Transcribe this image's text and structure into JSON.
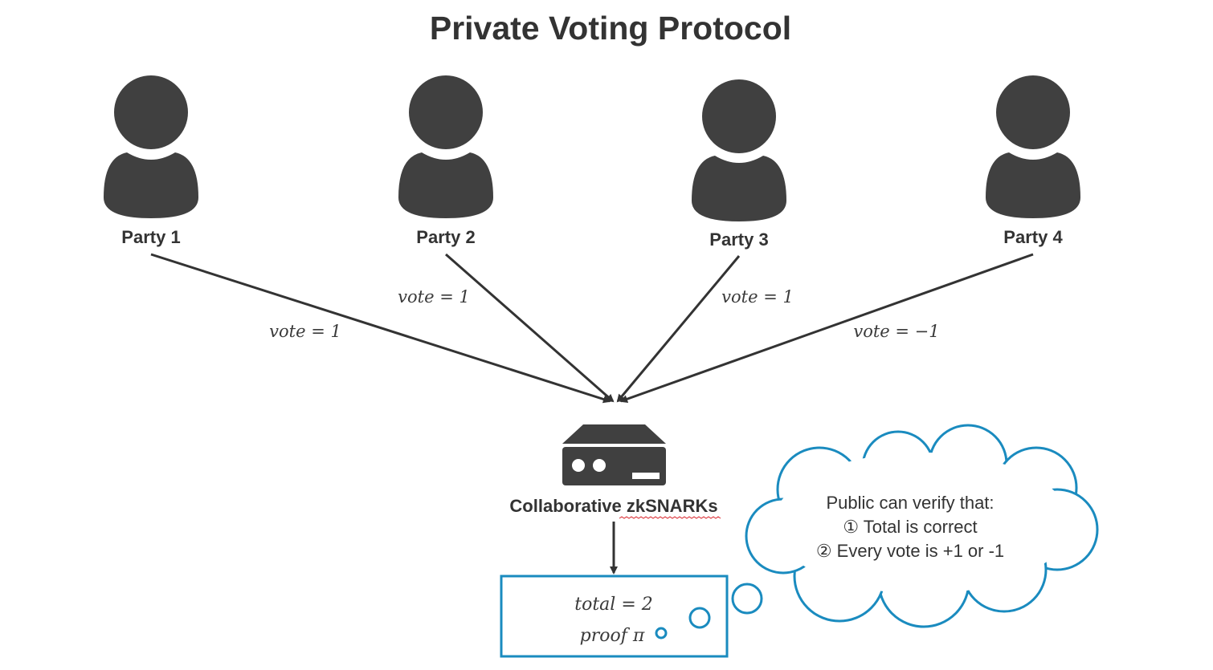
{
  "title": "Private Voting Protocol",
  "parties": [
    {
      "label": "Party 1",
      "vote_label": "vote = 1"
    },
    {
      "label": "Party 2",
      "vote_label": "vote = 1"
    },
    {
      "label": "Party 3",
      "vote_label": "vote = 1"
    },
    {
      "label": "Party 4",
      "vote_label": "vote = −1"
    }
  ],
  "server": {
    "label": "Collaborative zkSNARKs"
  },
  "result": {
    "total": "total = 2",
    "proof": "proof π"
  },
  "thought_cloud": {
    "line1": "Public can verify that:",
    "line2": "① Total is correct",
    "line3": "② Every vote is +1 or -1"
  },
  "colors": {
    "dark": "#404040",
    "text": "#333333",
    "accent_blue": "#1a8bbf"
  },
  "icons": {
    "party": "person-icon",
    "server": "server-icon"
  }
}
